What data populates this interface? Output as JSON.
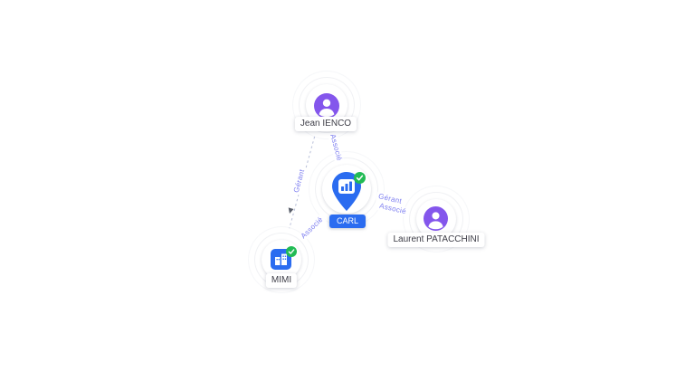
{
  "page": {
    "background": "#ffffff"
  },
  "colors": {
    "company_blue": "#2b6cf0",
    "person_purple": "#8456ec",
    "verified_green": "#22bb55",
    "edge_line": "#b8bfd8",
    "edge_label_purple": "#7b7cf0"
  },
  "nodes": [
    {
      "id": "jean-ienco",
      "label": "Jean IENCO",
      "type": "person"
    },
    {
      "id": "carl",
      "label": "CARL",
      "type": "company",
      "main": true,
      "verified": true
    },
    {
      "id": "mimi",
      "label": "MIMI",
      "type": "company",
      "verified": true
    },
    {
      "id": "laurent-patacchini",
      "label": "Laurent PATACCHINI",
      "type": "person"
    }
  ],
  "edges": [
    {
      "from": "jean-ienco",
      "to": "carl",
      "label": "Associé"
    },
    {
      "from": "jean-ienco",
      "to": "mimi",
      "label": "Gérant"
    },
    {
      "from": "mimi",
      "to": "carl",
      "label": "Associé"
    },
    {
      "from": "laurent-patacchini",
      "to": "carl",
      "labels": [
        "Gérant",
        "Associé"
      ]
    }
  ]
}
